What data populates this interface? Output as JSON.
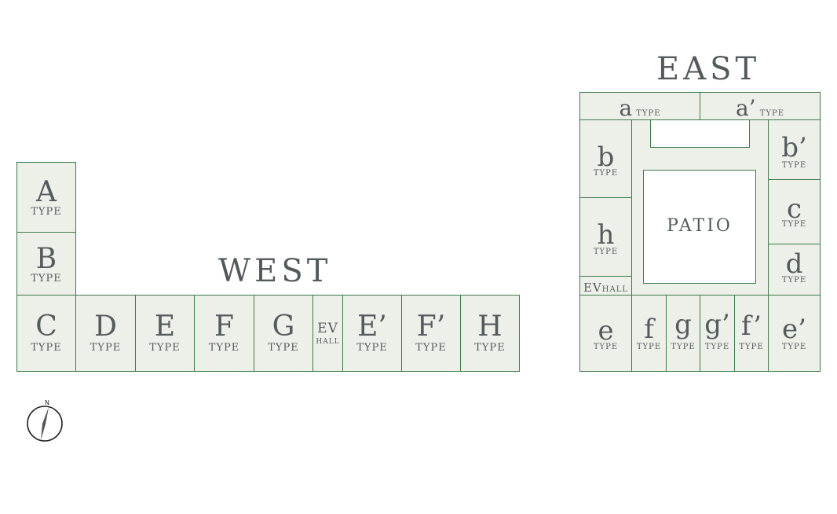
{
  "west": {
    "title": "WEST",
    "units": [
      {
        "id": "A",
        "letter": "A",
        "sub": "TYPE"
      },
      {
        "id": "B",
        "letter": "B",
        "sub": "TYPE"
      },
      {
        "id": "C",
        "letter": "C",
        "sub": "TYPE"
      },
      {
        "id": "D",
        "letter": "D",
        "sub": "TYPE"
      },
      {
        "id": "E",
        "letter": "E",
        "sub": "TYPE"
      },
      {
        "id": "F",
        "letter": "F",
        "sub": "TYPE"
      },
      {
        "id": "G",
        "letter": "G",
        "sub": "TYPE"
      },
      {
        "id": "EV",
        "letter": "EV",
        "sub": "HALL"
      },
      {
        "id": "E2",
        "letter": "E’",
        "sub": "TYPE"
      },
      {
        "id": "F2",
        "letter": "F’",
        "sub": "TYPE"
      },
      {
        "id": "H",
        "letter": "H",
        "sub": "TYPE"
      }
    ]
  },
  "east": {
    "title": "EAST",
    "units": [
      {
        "id": "a",
        "letter": "a",
        "sub": "TYPE"
      },
      {
        "id": "a2",
        "letter": "a’",
        "sub": "TYPE"
      },
      {
        "id": "b",
        "letter": "b",
        "sub": "TYPE"
      },
      {
        "id": "b2",
        "letter": "b’",
        "sub": "TYPE"
      },
      {
        "id": "h",
        "letter": "h",
        "sub": "TYPE"
      },
      {
        "id": "c",
        "letter": "c",
        "sub": "TYPE"
      },
      {
        "id": "d",
        "letter": "d",
        "sub": "TYPE"
      },
      {
        "id": "ev",
        "letter": "EV",
        "sub": "HALL"
      },
      {
        "id": "e",
        "letter": "e",
        "sub": "TYPE"
      },
      {
        "id": "f",
        "letter": "f",
        "sub": "TYPE"
      },
      {
        "id": "g",
        "letter": "g",
        "sub": "TYPE"
      },
      {
        "id": "g2",
        "letter": "g’",
        "sub": "TYPE"
      },
      {
        "id": "f2",
        "letter": "f’",
        "sub": "TYPE"
      },
      {
        "id": "e2",
        "letter": "e’",
        "sub": "TYPE"
      }
    ],
    "patio": "PATIO"
  },
  "compass": {
    "label": "N",
    "icon": "north-arrow-icon"
  },
  "colors": {
    "fill": "#edf0e8",
    "border": "#3d7a4c",
    "text": "#555a5c"
  }
}
